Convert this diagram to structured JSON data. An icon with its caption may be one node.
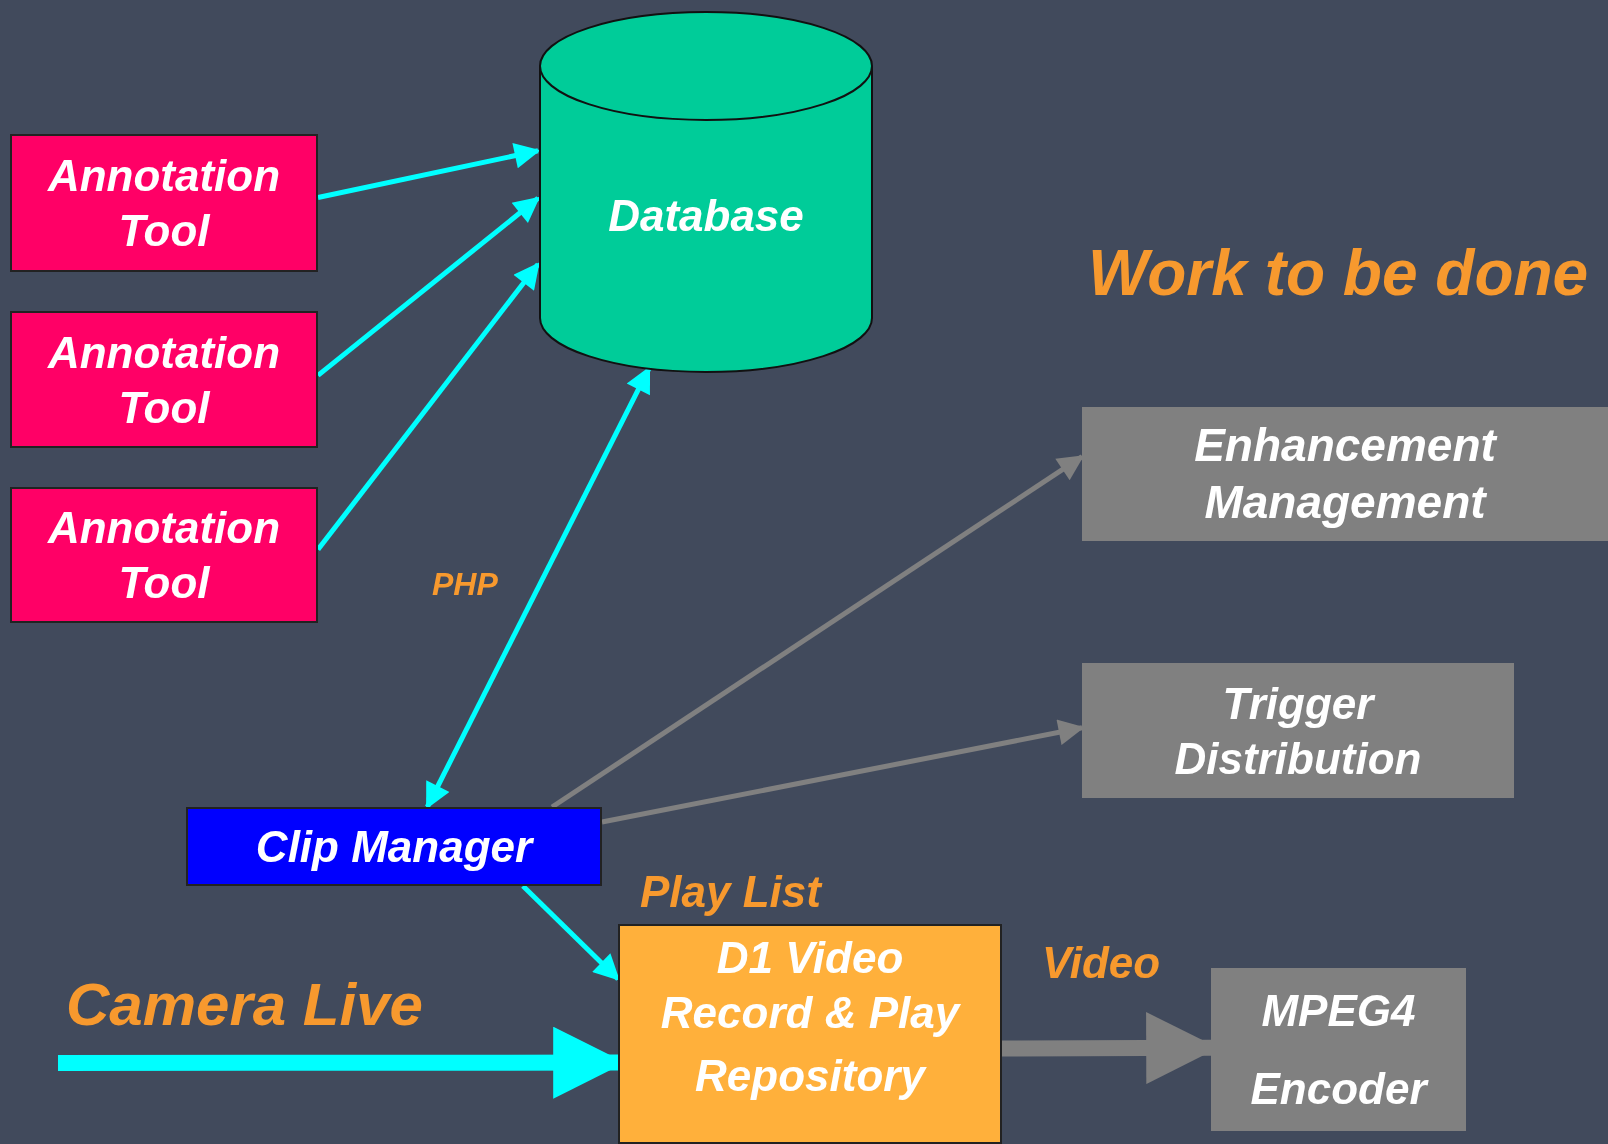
{
  "diagram": {
    "nodes": [
      {
        "text": [
          "Annotation Tool"
        ]
      },
      {
        "text": [
          "Annotation Tool"
        ]
      },
      {
        "text": [
          "Annotation Tool"
        ]
      },
      {
        "text": [
          "Database"
        ]
      },
      {
        "text": [
          "Enhancement Management"
        ]
      },
      {
        "text": [
          "Trigger Distribution"
        ]
      },
      {
        "text": [
          "Clip Manager"
        ]
      },
      {
        "text": [
          "D1 Video Record & Play",
          "Repository"
        ],
        "beside": [
          "Play List"
        ]
      },
      {
        "text": [
          "MPEG4",
          "Encoder"
        ]
      }
    ],
    "edges": [
      {
        "from": 0,
        "to": 3,
        "arrow": "to"
      },
      {
        "from": 1,
        "to": 3,
        "arrow": "to"
      },
      {
        "from": 2,
        "to": 3,
        "arrow": "to"
      },
      {
        "from": 3,
        "to": 6,
        "arrow": "both",
        "label": "PHP"
      },
      {
        "from": 6,
        "to": 4,
        "arrow": "to",
        "color": "#808080"
      },
      {
        "from": 6,
        "to": 5,
        "arrow": "to",
        "color": "#808080"
      },
      {
        "from": 6,
        "to": 7,
        "arrow": "to"
      },
      {
        "from": null,
        "to": 7,
        "arrow": "to",
        "label": "Camera Live",
        "style": "thick"
      },
      {
        "from": 7,
        "to": 8,
        "arrow": "to",
        "label": "Video",
        "style": "thick",
        "color": "#808080"
      }
    ],
    "labels": [
      "Work to be done"
    ]
  }
}
